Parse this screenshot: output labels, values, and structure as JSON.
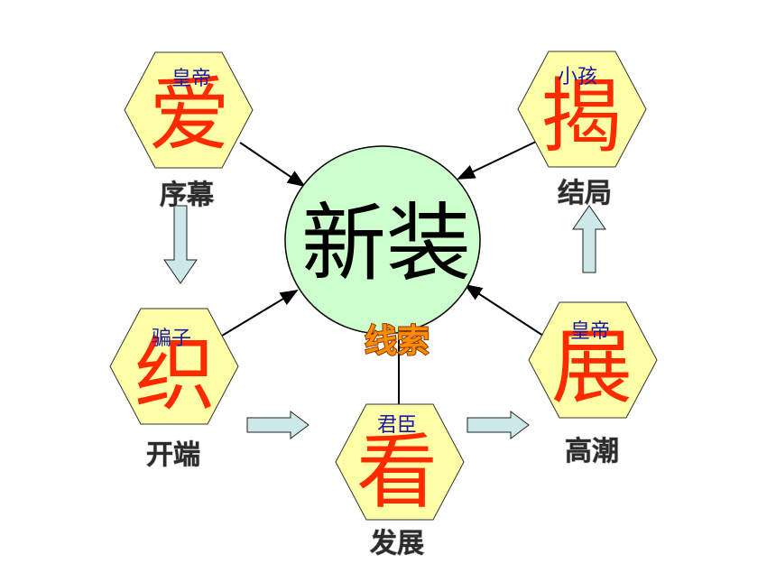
{
  "center": {
    "title": "新装",
    "clue": "线索"
  },
  "nodes": [
    {
      "key": "love",
      "char": "爱",
      "role": "皇帝",
      "stage": "序幕"
    },
    {
      "key": "reveal",
      "char": "揭",
      "role": "小孩",
      "stage": "结局"
    },
    {
      "key": "weave",
      "char": "织",
      "role": "骗子",
      "stage": "开端"
    },
    {
      "key": "see",
      "char": "看",
      "role": "君臣",
      "stage": "发展"
    },
    {
      "key": "show",
      "char": "展",
      "role": "皇帝",
      "stage": "高潮"
    }
  ],
  "colors": {
    "hexagon_fill": "#ffffa8",
    "circle_fill": "#ccffcc",
    "big_char": "#ff2a00",
    "role_text": "#1a1aa0",
    "block_arrow_fill": "#cce8e8",
    "clue_text": "#ff8c00"
  }
}
